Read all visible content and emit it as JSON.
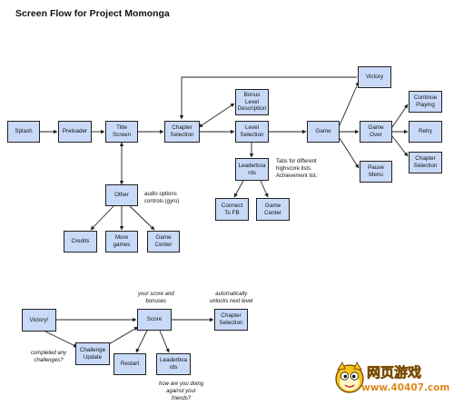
{
  "title": "Screen Flow for Project Momonga",
  "nodes": {
    "splash": "Splash",
    "preloader": "Preloader",
    "title_screen": "Title\nScreen",
    "chapter_selection": "Chapter\nSelection",
    "bonus_level": "Bonus\nLevel\nDescription",
    "level_selection": "Level\nSelection",
    "game": "Game",
    "victory": "Victory",
    "game_over": "Game\nOver",
    "pause_menu": "Pause\nMenu",
    "continue_playing": "Continue\nPlaying",
    "retry": "Retry",
    "chapter_selection_2": "Chapter\nSelection",
    "leaderboards": "Leaderboa\nrds",
    "connect_fb": "Connect\nTo FB",
    "game_center": "Game\nCenter",
    "other": "Other",
    "credits": "Credits",
    "more_games": "More\ngames",
    "game_center_2": "Game\nCenter",
    "victory_2": "Victory!",
    "score": "Score",
    "chapter_selection_3": "Chapter\nSelection",
    "challenge_update": "Challenge\nUpdate",
    "restart": "Restart",
    "leaderboards_2": "Leaderboa\nrds"
  },
  "notes": {
    "audio_options": "audio options\ncontrols (gyro)",
    "tabs": "Tabs for different\nhighscore lists.\nAchievement list.",
    "score_bonuses": "your score and\nbonuses",
    "auto_unlock": "automatically\nunlocks next level",
    "completed_challenges": "completed any\nchallenges?",
    "how_are_you_doing": "how are you doing\nagainst your\nfriends?"
  },
  "watermark": {
    "top": "网页游戏",
    "bottom": "www.40407.com"
  },
  "colors": {
    "node_fill": "#c9daf8",
    "stroke": "#222222",
    "watermark": "#f5a60a"
  }
}
